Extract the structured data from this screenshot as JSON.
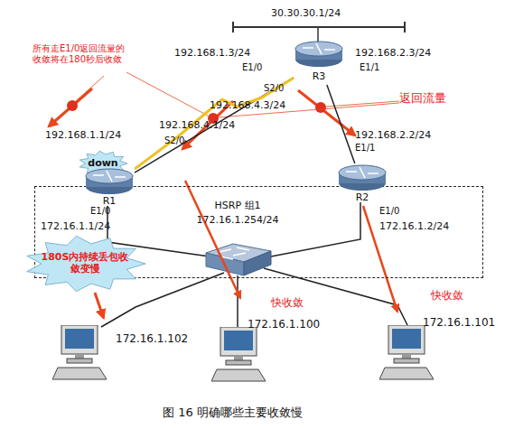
{
  "diagram": {
    "caption": "图 16 明确哪些主要收敛慢",
    "nodes": [
      {
        "text": [
          "R3"
        ]
      },
      {
        "text": [
          "down"
        ]
      },
      {
        "text": [
          "HSRP 组1",
          "172.16.1.254/24"
        ]
      },
      {
        "text": [
          "R1"
        ],
        "in": 2
      },
      {
        "text": [
          "R2"
        ],
        "in": 2
      },
      {
        "text": [
          "180S内持续丢包收敛变慢"
        ]
      },
      {
        "text": [
          "172.16.1.102"
        ]
      },
      {
        "text": [
          "172.16.1.100"
        ]
      },
      {
        "text": [
          "172.16.1.101"
        ]
      }
    ],
    "edges": [
      {
        "from": 0,
        "to": 3,
        "arrow": "none"
      },
      {
        "from": 0,
        "to": 3,
        "arrow": "none"
      },
      {
        "from": 0,
        "to": 4,
        "arrow": "none"
      },
      {
        "from": 5,
        "to": 6,
        "arrow": "to"
      }
    ],
    "labels": [
      "30.30.30.1/24",
      "192.168.1.3/24",
      "E1/0",
      "192.168.2.3/24",
      "E1/1",
      "S2/0",
      "192.168.4.3/24",
      "192.168.4.1/24",
      "S2/0",
      "192.168.1.1/24",
      "192.168.2.2/24",
      "E1/1",
      "E1/0",
      "172.16.1.1/24",
      "E1/0",
      "172.16.1.2/24",
      "所有走E1/0返回流量的收敛将在180秒后收敛",
      "返回流量",
      "快收敛",
      "快收敛"
    ]
  }
}
